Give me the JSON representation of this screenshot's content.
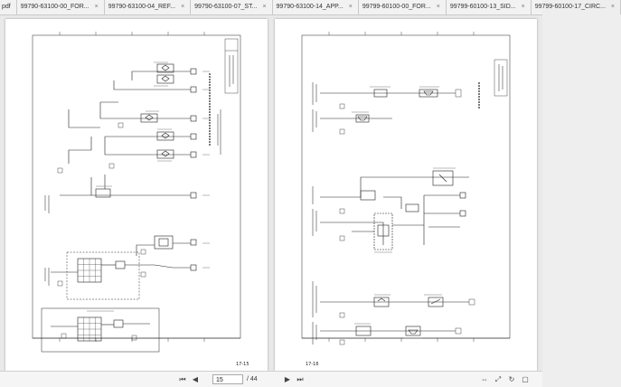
{
  "tabs": [
    {
      "label": "pdf",
      "closable": false
    },
    {
      "label": "99790-63100-00_FOR...",
      "closable": true
    },
    {
      "label": "99790-63100-04_REF...",
      "closable": true
    },
    {
      "label": "99790-63100-07_ST...",
      "closable": true
    },
    {
      "label": "99790-63100-14_APP...",
      "closable": true
    },
    {
      "label": "99799-60100-00_FOR...",
      "closable": true
    },
    {
      "label": "99799-60100-13_SID...",
      "closable": true
    },
    {
      "label": "99799-60100-17_CIRC...",
      "closable": true
    }
  ],
  "pages": {
    "left_number": "17-15",
    "right_number": "17-16"
  },
  "toolbar": {
    "current_page": "15",
    "page_count": "/ 44"
  },
  "icons": {
    "close": "×",
    "first": "⏮",
    "prev": "◀",
    "next": "▶",
    "last": "⏭",
    "fit_width": "⇔",
    "fit_page": "⤢",
    "rotate": "↻",
    "fullscreen": "▢"
  }
}
